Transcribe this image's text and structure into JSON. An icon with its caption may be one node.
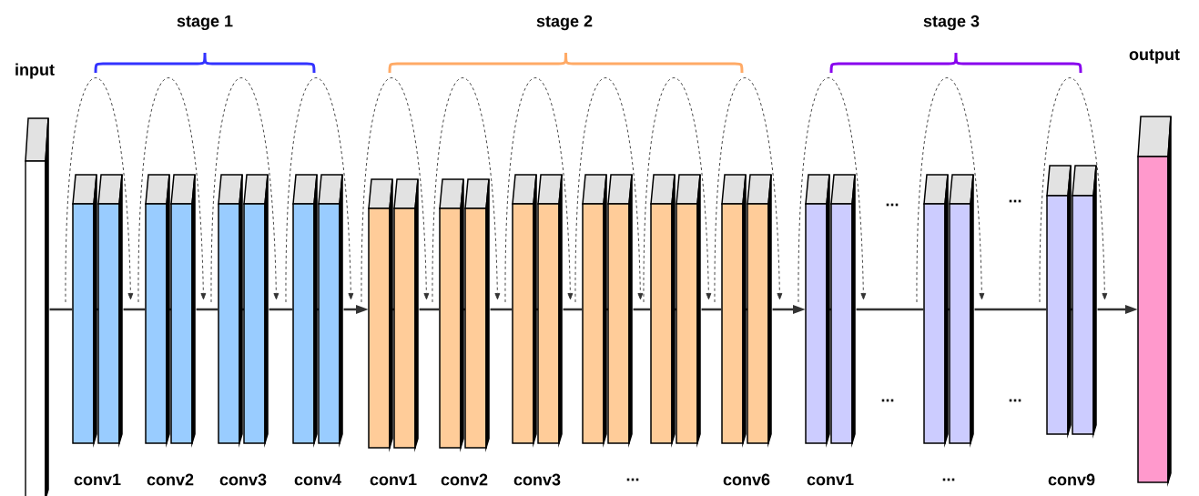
{
  "diagram": {
    "nodes": [
      {
        "text": [
          "input"
        ]
      },
      {
        "text": [],
        "shape": "box",
        "beside": [
          "conv1"
        ]
      },
      {
        "text": [],
        "shape": "box",
        "beside": [
          "conv2"
        ]
      },
      {
        "text": [],
        "shape": "box",
        "beside": [
          "conv3"
        ]
      },
      {
        "text": [],
        "shape": "box",
        "beside": [
          "conv4"
        ]
      },
      {
        "text": [],
        "shape": "box",
        "beside": [
          "conv1"
        ]
      },
      {
        "text": [],
        "shape": "box",
        "beside": [
          "conv2"
        ]
      },
      {
        "text": [],
        "shape": "box",
        "beside": [
          "conv3"
        ]
      },
      {
        "text": [],
        "shape": "box"
      },
      {
        "text": [],
        "shape": "box"
      },
      {
        "text": [],
        "shape": "box",
        "beside": [
          "conv6"
        ]
      },
      {
        "text": [],
        "shape": "box",
        "beside": [
          "conv1"
        ]
      },
      {
        "text": [],
        "shape": "box",
        "beside": [
          "..."
        ]
      },
      {
        "text": [],
        "shape": "box",
        "beside": [
          "conv9"
        ]
      },
      {
        "text": [
          "output"
        ]
      }
    ],
    "edges": [
      {
        "from": 0,
        "to": 1,
        "arrow": "none"
      },
      {
        "from": 1,
        "to": 2,
        "arrow": "none"
      },
      {
        "from": 2,
        "to": 3,
        "arrow": "none"
      },
      {
        "from": 3,
        "to": 4,
        "arrow": "none"
      },
      {
        "from": 4,
        "to": 5,
        "arrow": "to"
      },
      {
        "from": 5,
        "to": 6,
        "arrow": "none"
      },
      {
        "from": 6,
        "to": 7,
        "arrow": "none"
      },
      {
        "from": 7,
        "to": 8,
        "arrow": "none"
      },
      {
        "from": 8,
        "to": 9,
        "arrow": "none"
      },
      {
        "from": 9,
        "to": 10,
        "arrow": "none"
      },
      {
        "from": 10,
        "to": 11,
        "arrow": "to"
      },
      {
        "from": 11,
        "to": 12,
        "arrow": "none"
      },
      {
        "from": 12,
        "to": 13,
        "arrow": "none"
      },
      {
        "from": 13,
        "to": 14,
        "arrow": "to"
      },
      {
        "from": 1,
        "to": 1,
        "arrow": "to",
        "style": "dashed"
      },
      {
        "from": 2,
        "to": 2,
        "arrow": "to",
        "style": "dashed"
      },
      {
        "from": 3,
        "to": 3,
        "arrow": "to",
        "style": "dashed"
      },
      {
        "from": 4,
        "to": 4,
        "arrow": "to",
        "style": "dashed"
      },
      {
        "from": 5,
        "to": 5,
        "arrow": "to",
        "style": "dashed"
      },
      {
        "from": 6,
        "to": 6,
        "arrow": "to",
        "style": "dashed"
      },
      {
        "from": 7,
        "to": 7,
        "arrow": "to",
        "style": "dashed"
      },
      {
        "from": 8,
        "to": 8,
        "arrow": "to",
        "style": "dashed"
      },
      {
        "from": 9,
        "to": 9,
        "arrow": "to",
        "style": "dashed"
      },
      {
        "from": 10,
        "to": 10,
        "arrow": "to",
        "style": "dashed"
      },
      {
        "from": 11,
        "to": 11,
        "arrow": "to",
        "style": "dashed"
      },
      {
        "from": 12,
        "to": 12,
        "arrow": "to",
        "style": "dashed"
      },
      {
        "from": 13,
        "to": 13,
        "arrow": "to",
        "style": "dashed"
      }
    ],
    "labels": [
      "stage 1",
      "stage 2",
      "stage 3",
      "...",
      "...",
      "...",
      "...",
      "..."
    ]
  }
}
